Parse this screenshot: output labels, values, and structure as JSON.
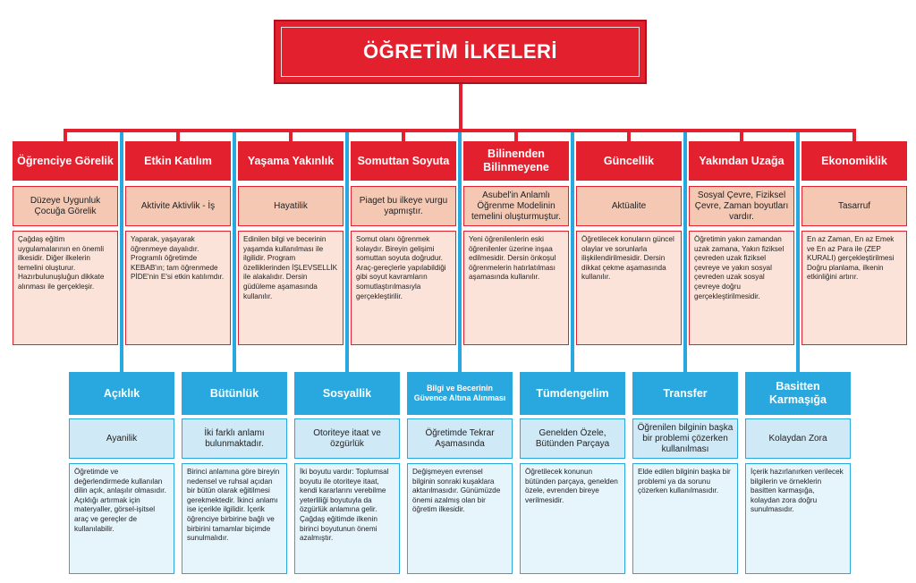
{
  "title": "ÖĞRETİM İLKELERİ",
  "top_row": [
    {
      "header": "Öğrenciye Görelik",
      "sub": "Düzeye Uygunluk Çocuğa Görelik",
      "body": "Çağdaş eğitim uygulamalarının en önemli ilkesidir. Diğer ilkelerin temelini oluşturur. Hazırbulunuşluğun dikkate alınması ile gerçekleşir."
    },
    {
      "header": "Etkin Katılım",
      "sub": "Aktivite Aktivlik - İş",
      "body": "Yaparak, yaşayarak öğrenmeye dayalıdır. Programlı öğretimde KEBAB'ın; tam öğrenmede PİDE'nin E'si etkin katılımdır."
    },
    {
      "header": "Yaşama Yakınlık",
      "sub": "Hayatilik",
      "body": "Edinilen bilgi ve becerinin yaşamda kullanılması ile ilgilidir. Program özelliklerinden İŞLEVSELLİK ile alakalıdır. Dersin güdüleme aşamasında kullanılır."
    },
    {
      "header": "Somuttan Soyuta",
      "sub": "Piaget bu ilkeye vurgu yapmıştır.",
      "body": "Somut olanı öğrenmek kolaydır. Bireyin gelişimi somuttan soyuta doğrudur. Araç-gereçlerle yapılabildiği gibi soyut kavramların somutlaştırılmasıyla gerçekleştirilir."
    },
    {
      "header": "Bilinenden Bilinmeyene",
      "sub": "Asubel'in Anlamlı Öğrenme Modelinin temelini oluşturmuştur.",
      "body": "Yeni öğrenilenlerin eski öğrenilenler üzerine inşaa edilmesidir. Dersin önkoşul öğrenmelerin hatırlatılması aşamasında kullanılır."
    },
    {
      "header": "Güncellik",
      "sub": "Aktüalite",
      "body": "Öğretilecek konuların güncel olaylar ve sorunlarla ilişkilendirilmesidir. Dersin dikkat çekme aşamasında kullanılır."
    },
    {
      "header": "Yakından Uzağa",
      "sub": "Sosyal Çevre, Fiziksel Çevre, Zaman boyutları vardır.",
      "body": "Öğretimin yakın zamandan uzak zamana, Yakın fiziksel çevreden uzak fiziksel çevreye ve yakın sosyal çevreden uzak sosyal çevreye doğru gerçekleştirilmesidir."
    },
    {
      "header": "Ekonomiklik",
      "sub": "Tasarruf",
      "body": "En az Zaman, En az Emek ve En az Para ile (ZEP KURALI) gerçekleştirilmesi Doğru planlama, ilkenin etkinliğini artırır."
    }
  ],
  "bottom_row": [
    {
      "header": "Açıklık",
      "sub": "Ayanilik",
      "body": "Öğretimde ve değerlendirmede kullanılan dilin açık, anlaşılır olmasıdır. Açıklığı artırmak için materyaller, görsel-işitsel araç ve gereçler de kullanılabilir."
    },
    {
      "header": "Bütünlük",
      "sub": "İki farklı anlamı bulunmaktadır.",
      "body": "Birinci anlamına göre bireyin nedensel ve ruhsal açıdan bir bütün olarak eğitilmesi gerekmektedir. İkinci anlamı ise içerikle ilgilidir. İçerik öğrenciye birbirine bağlı ve birbirini tamamlar biçimde sunulmalıdır."
    },
    {
      "header": "Sosyallik",
      "sub": "Otoriteye itaat ve özgürlük",
      "body": "İki boyutu vardır: Toplumsal boyutu ile otoriteye itaat, kendi kararlarını verebilme yeterliliği boyutuyla da özgürlük anlamına gelir. Çağdaş eğitimde ilkenin birinci boyutunun önemi azalmıştır."
    },
    {
      "header": "Bilgi ve Becerinin Güvence Altına Alınması",
      "sub": "Öğretimde Tekrar Aşamasında",
      "body": "Değişmeyen evrensel bilginin sonraki kuşaklara aktarılmasıdır. Günümüzde önemi azalmış olan bir öğretim ilkesidir."
    },
    {
      "header": "Tümdengelim",
      "sub": "Genelden Özele, Bütünden Parçaya",
      "body": "Öğretilecek konunun bütünden parçaya, genelden özele, evrenden bireye verilmesidir."
    },
    {
      "header": "Transfer",
      "sub": "Öğrenilen bilginin başka bir problemi çözerken kullanılması",
      "body": "Elde edilen bilginin başka bir problemi ya da sorunu çözerken kullanılmasıdır."
    },
    {
      "header": "Basitten Karmaşığa",
      "sub": "Kolaydan Zora",
      "body": "İçerik hazırlanırken verilecek bilgilerin ve örneklerin basitten karmaşığa, kolaydan zora doğru sunulmasıdır."
    }
  ],
  "colors": {
    "red": "#e3202e",
    "blue": "#29a8e0"
  }
}
